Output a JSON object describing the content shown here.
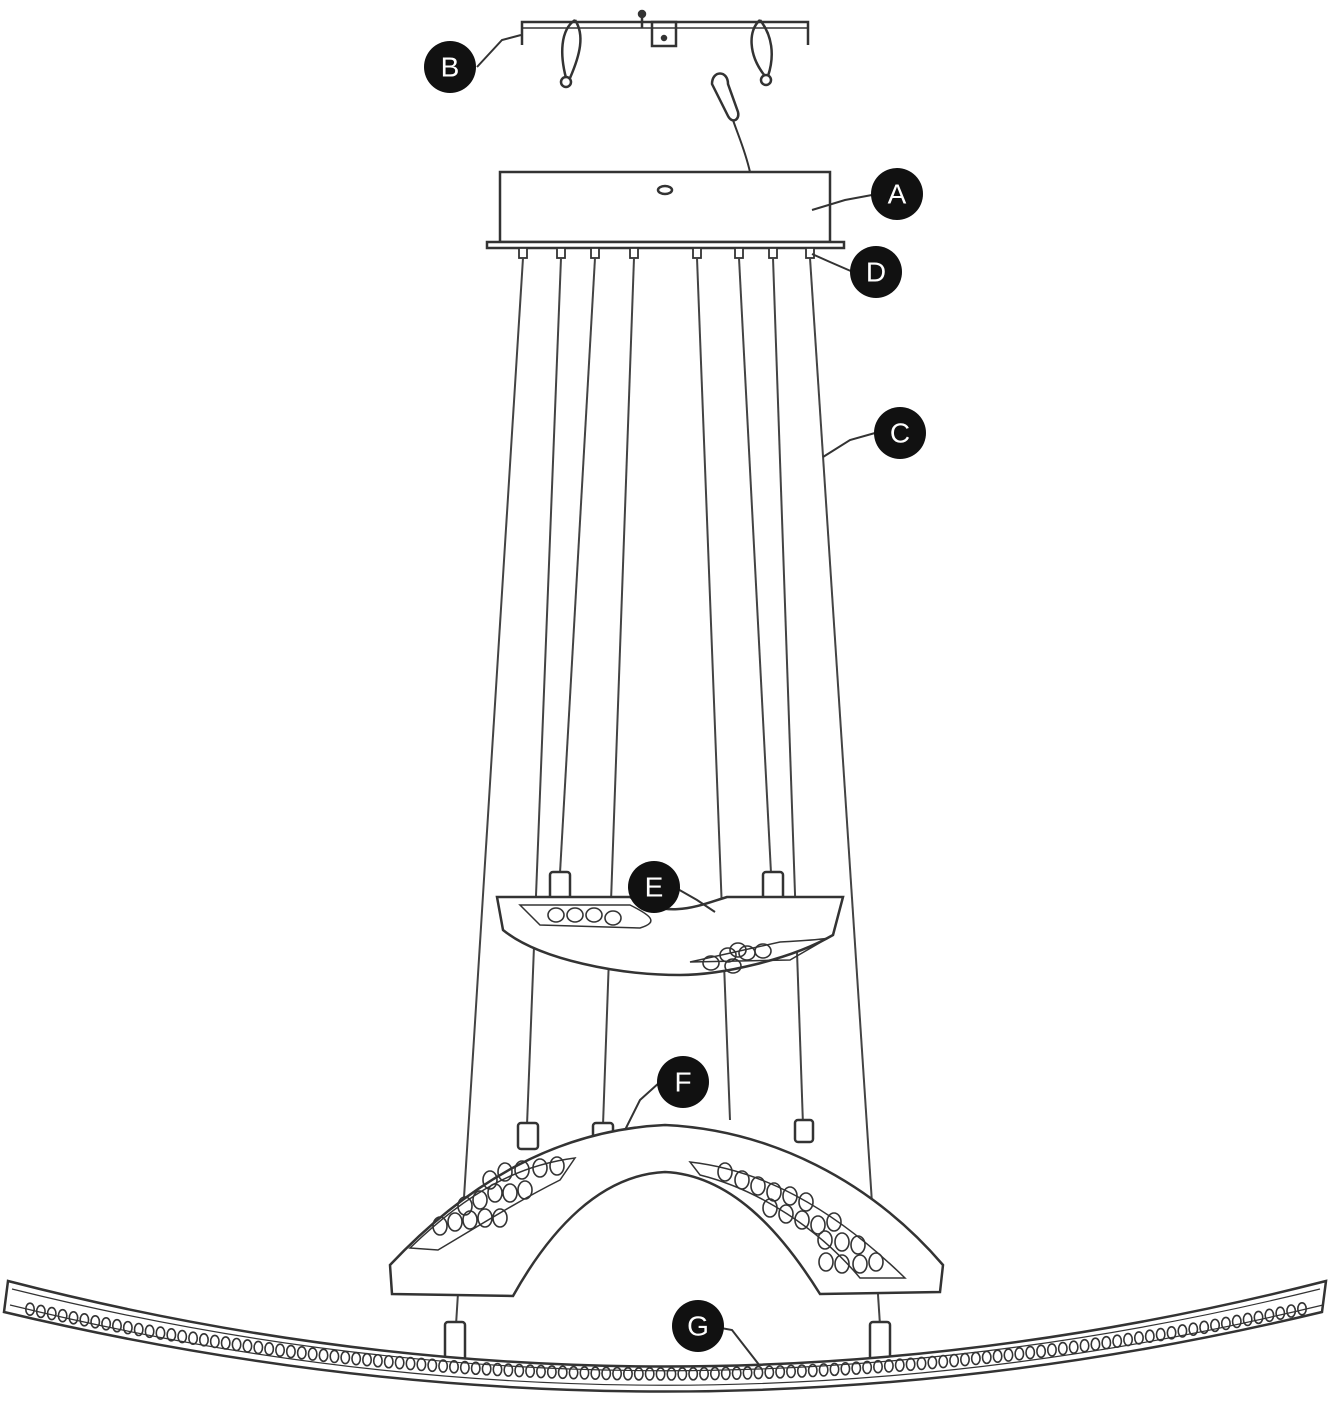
{
  "diagram": {
    "callouts": [
      {
        "id": "A",
        "label": "A"
      },
      {
        "id": "B",
        "label": "B"
      },
      {
        "id": "C",
        "label": "C"
      },
      {
        "id": "D",
        "label": "D"
      },
      {
        "id": "E",
        "label": "E"
      },
      {
        "id": "F",
        "label": "F"
      },
      {
        "id": "G",
        "label": "G"
      }
    ],
    "colors": {
      "line": "#333333",
      "callout_fill": "#111111",
      "callout_text": "#ffffff",
      "background": "#ffffff"
    }
  }
}
